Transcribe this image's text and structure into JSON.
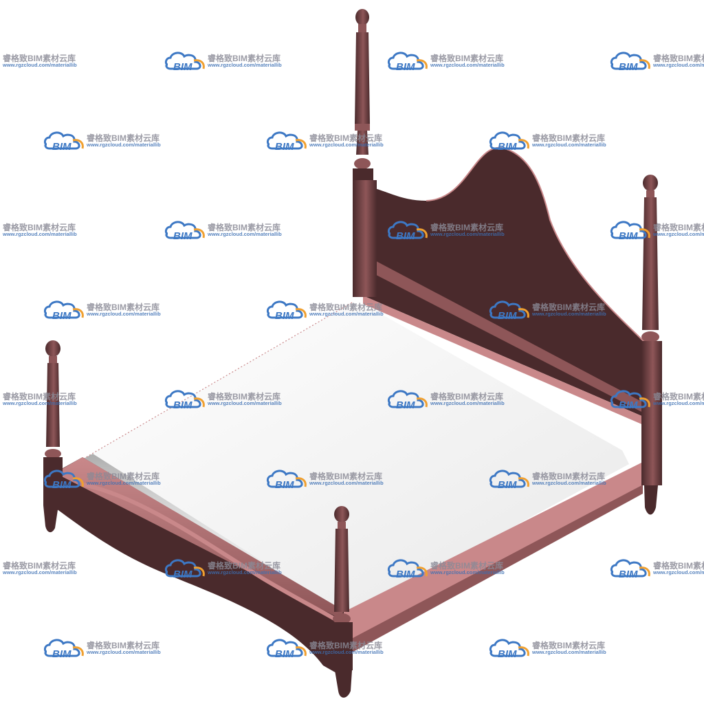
{
  "watermark": {
    "brand_text": "睿格致BIM素材云库",
    "url": "www.rgzcloud.com/materiallib",
    "logo_text": "BIM",
    "logo_blue": "#3d78c4",
    "logo_orange": "#f0a030"
  },
  "bed": {
    "wood_dark": "#4a2a2c",
    "wood_mid": "#8e5658",
    "wood_light": "#c9888a",
    "mattress": "#ffffff"
  }
}
